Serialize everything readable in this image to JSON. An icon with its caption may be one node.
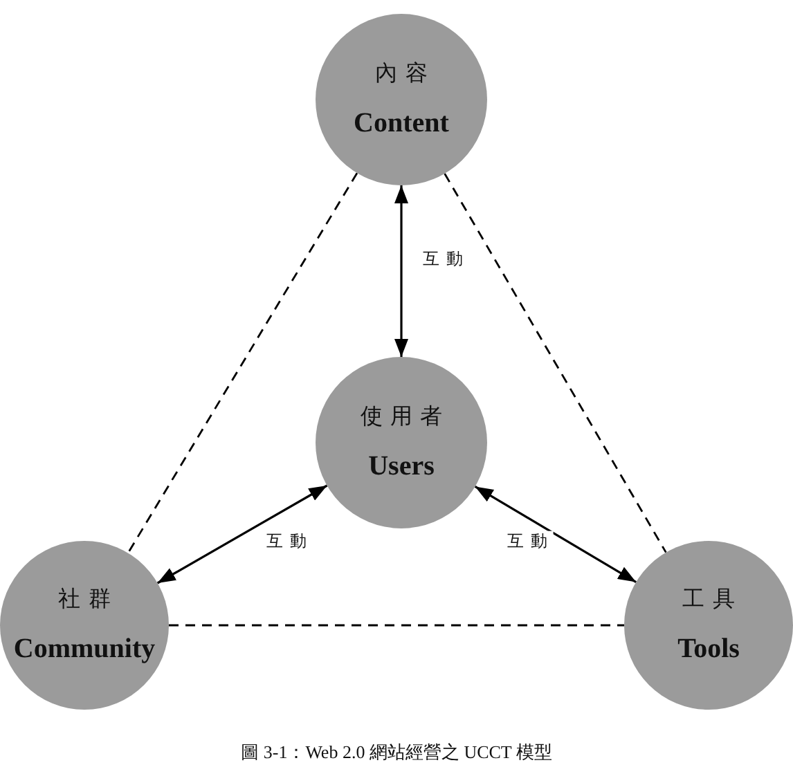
{
  "diagram": {
    "caption": "圖 3-1：Web 2.0 網站經營之 UCCT 模型",
    "nodes": [
      {
        "text": [
          "內容",
          "Content"
        ]
      },
      {
        "text": [
          "使用者",
          "Users"
        ]
      },
      {
        "text": [
          "社群",
          "Community"
        ]
      },
      {
        "text": [
          "工具",
          "Tools"
        ]
      }
    ],
    "edges": [
      {
        "from": 0,
        "to": 1,
        "arrow": "both",
        "label": "互動"
      },
      {
        "from": 1,
        "to": 2,
        "arrow": "both",
        "label": "互動"
      },
      {
        "from": 1,
        "to": 3,
        "arrow": "both",
        "label": "互動"
      },
      {
        "from": 0,
        "to": 2,
        "arrow": "none",
        "style": "dashed"
      },
      {
        "from": 0,
        "to": 3,
        "arrow": "none",
        "style": "dashed"
      },
      {
        "from": 2,
        "to": 3,
        "arrow": "none",
        "style": "dashed"
      }
    ]
  }
}
